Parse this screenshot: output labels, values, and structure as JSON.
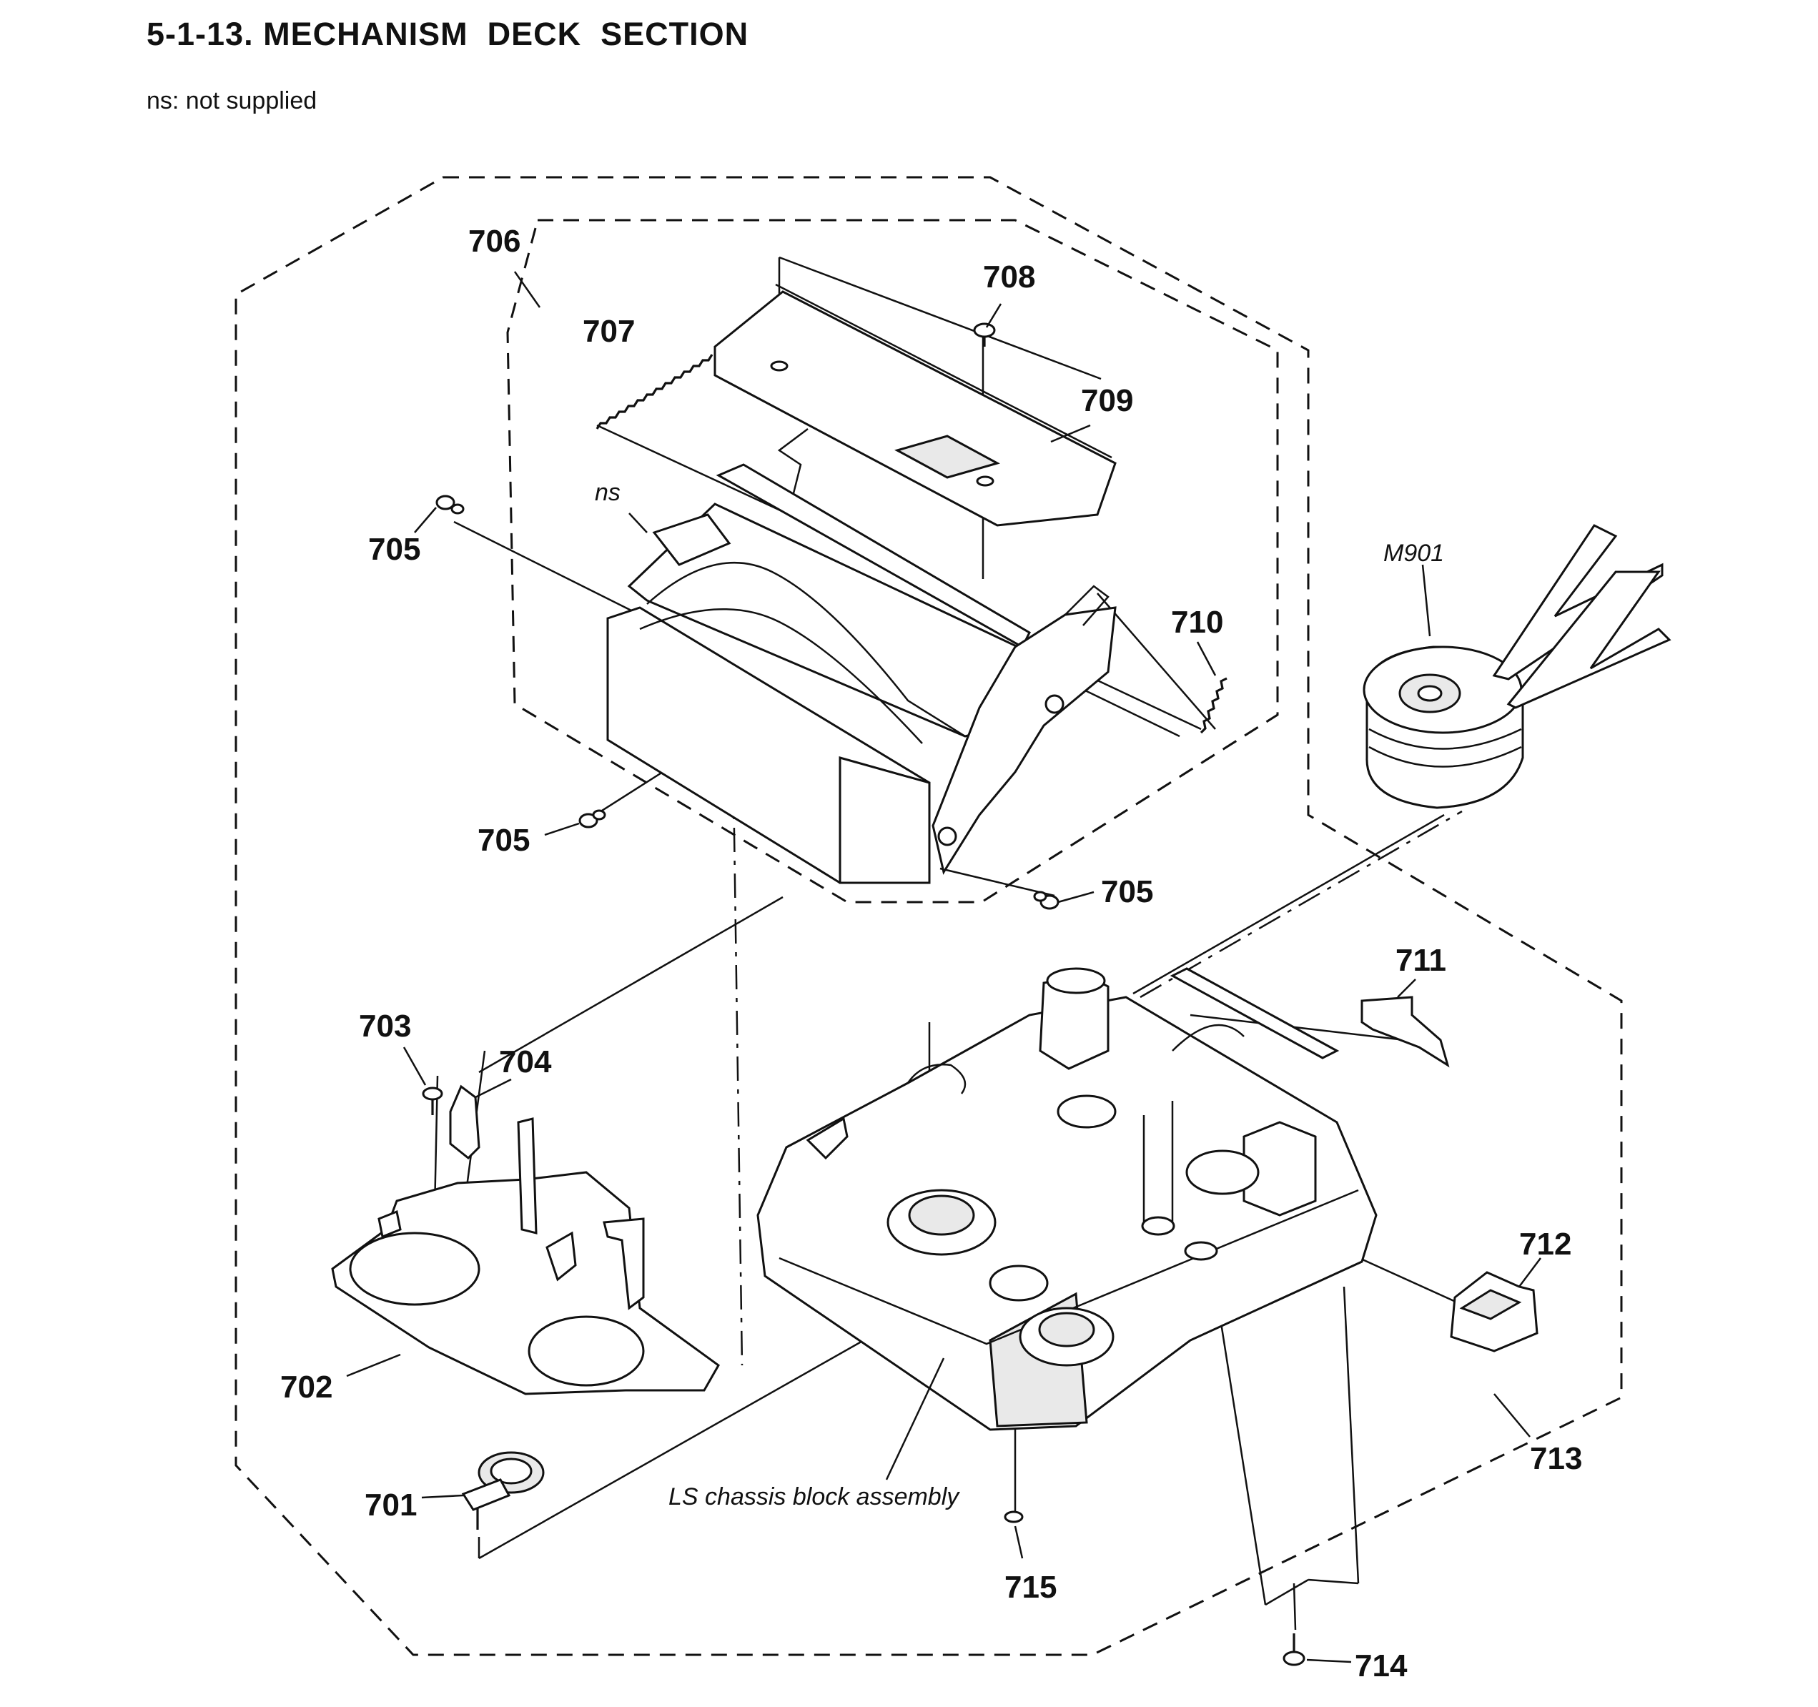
{
  "header": {
    "title": "5-1-13. MECHANISM  DECK  SECTION",
    "note": "ns: not supplied"
  },
  "callouts": {
    "c701": "701",
    "c702": "702",
    "c703": "703",
    "c704": "704",
    "c705a": "705",
    "c705b": "705",
    "c705c": "705",
    "c706": "706",
    "c707": "707",
    "c708": "708",
    "c709": "709",
    "c710": "710",
    "c711": "711",
    "c712": "712",
    "c713": "713",
    "c714": "714",
    "c715": "715",
    "m901": "M901",
    "ns": "ns",
    "ls_chassis": "LS chassis block assembly"
  }
}
